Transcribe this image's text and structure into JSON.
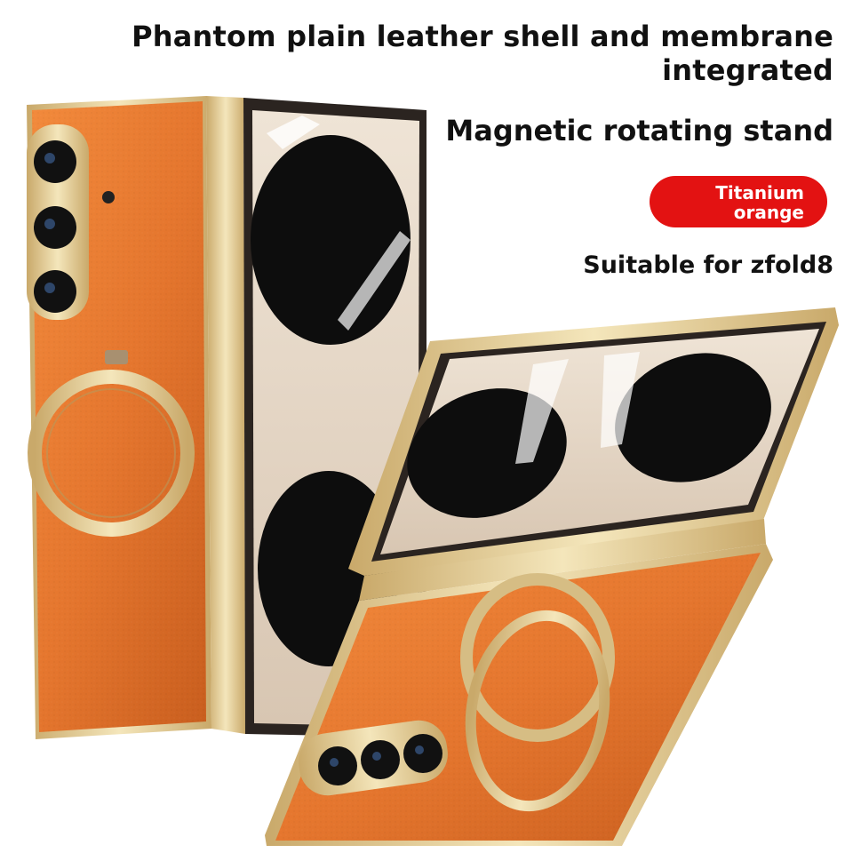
{
  "headline": "Phantom plain leather shell and membrane integrated",
  "subhead": "Magnetic rotating stand",
  "color_badge": {
    "line1": "Titanium",
    "line2": "orange",
    "color": "#e31212"
  },
  "compatibility": "Suitable for zfold8",
  "product": {
    "leather_color": "#e5762e",
    "frame_color": "#e7d49c",
    "lens_count": 3
  }
}
